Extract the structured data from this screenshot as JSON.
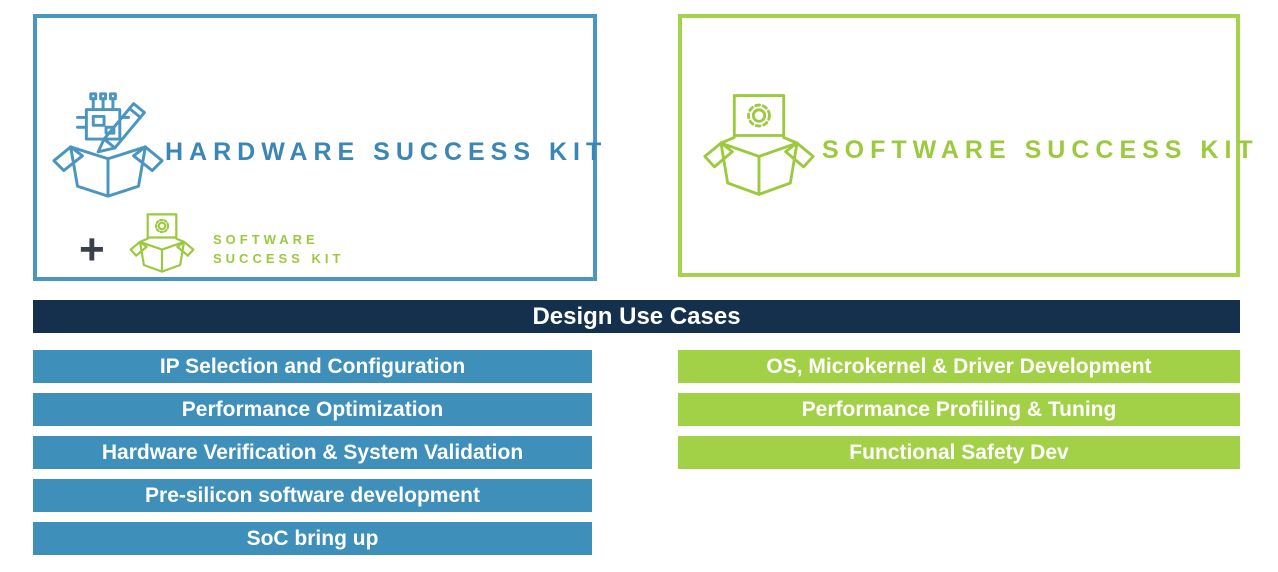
{
  "hardware_kit": {
    "title": "HARDWARE SUCCESS KIT",
    "plus": "+",
    "bundled_kit": {
      "line1": "SOFTWARE",
      "line2": "SUCCESS KIT"
    }
  },
  "software_kit": {
    "title": "SOFTWARE SUCCESS KIT"
  },
  "banner": {
    "title": "Design Use Cases"
  },
  "use_cases": {
    "hardware": [
      "IP Selection and Configuration",
      "Performance Optimization",
      "Hardware Verification & System Validation",
      "Pre-silicon software development",
      "SoC bring up"
    ],
    "software": [
      "OS, Microkernel & Driver Development",
      "Performance Profiling & Tuning",
      "Functional Safety Dev"
    ]
  },
  "icons": {
    "hardware": "open-box-with-chip-and-pencil-icon",
    "software": "open-box-with-gear-card-icon"
  },
  "colors": {
    "blue_bar": "#3e8fba",
    "blue_border": "#4a96c0",
    "blue_title": "#3a87b5",
    "green_bar": "#a2d147",
    "green_border": "#a5d14b",
    "green_title": "#9cca3e",
    "navy_banner": "#14304d",
    "plus_gray": "#3a4049",
    "text_white": "#ffffff"
  }
}
